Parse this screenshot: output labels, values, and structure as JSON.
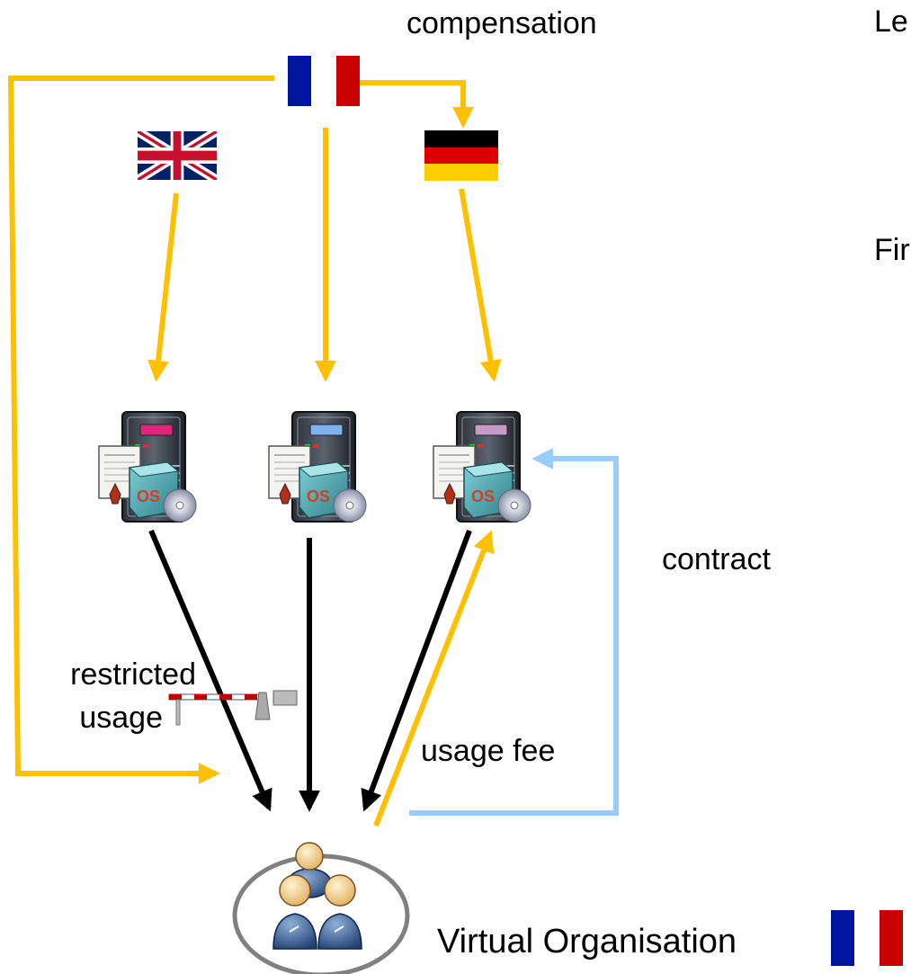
{
  "labels": {
    "compensation": "compensation",
    "contract": "contract",
    "restricted_line1": "restricted",
    "restricted_line2": "usage",
    "usage_fee": "usage fee",
    "virtual_organisation": "Virtual Organisation",
    "cut_text_1": "Le",
    "cut_text_2": "Fir"
  },
  "icons": {
    "flag_top": "flag-france-icon",
    "flag_left": "flag-uk-icon",
    "flag_right": "flag-germany-icon",
    "flag_bottom": "flag-france-icon",
    "servers": [
      "server-pink-icon",
      "server-blue-icon",
      "server-lilac-icon"
    ],
    "barrier": "barrier-gate-icon",
    "users": "user-group-icon"
  },
  "colors": {
    "compensation_arrow": "#FFC000",
    "contract_arrow": "#99CCFF",
    "usage_arrow": "#000000",
    "fee_arrow": "#FFC000",
    "ellipse_stroke": "#808080",
    "server_screens": [
      "#E0267A",
      "#7FB2F0",
      "#C79AC8"
    ],
    "france": [
      "#0014A0",
      "#FFFFFF",
      "#C80000"
    ],
    "germany": [
      "#000000",
      "#DD0000",
      "#FFCE00"
    ],
    "uk": [
      "#012169",
      "#FFFFFF",
      "#C8102E"
    ]
  }
}
